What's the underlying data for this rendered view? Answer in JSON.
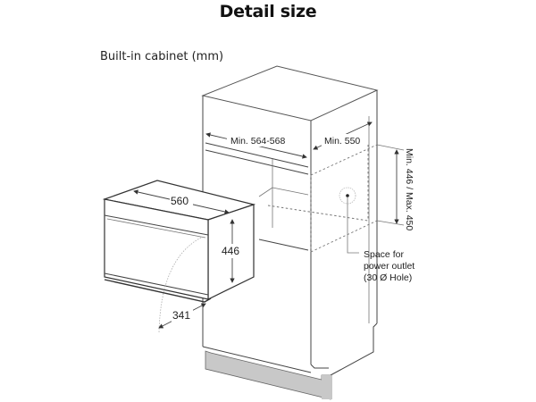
{
  "header": {
    "title": "Detail size",
    "subtitle": "Built-in cabinet (mm)"
  },
  "cabinet": {
    "width_label": "Min. 564-568",
    "depth_label": "Min. 550",
    "height_label": "Min. 446 / Max. 450",
    "outlet_note": {
      "line1": "Space for",
      "line2": "power outlet",
      "line3": "(30 Ø Hole)"
    },
    "plinth_color": "#c8c8c8"
  },
  "oven": {
    "width_label": "560",
    "height_label": "446",
    "door_swing_label": "341"
  }
}
